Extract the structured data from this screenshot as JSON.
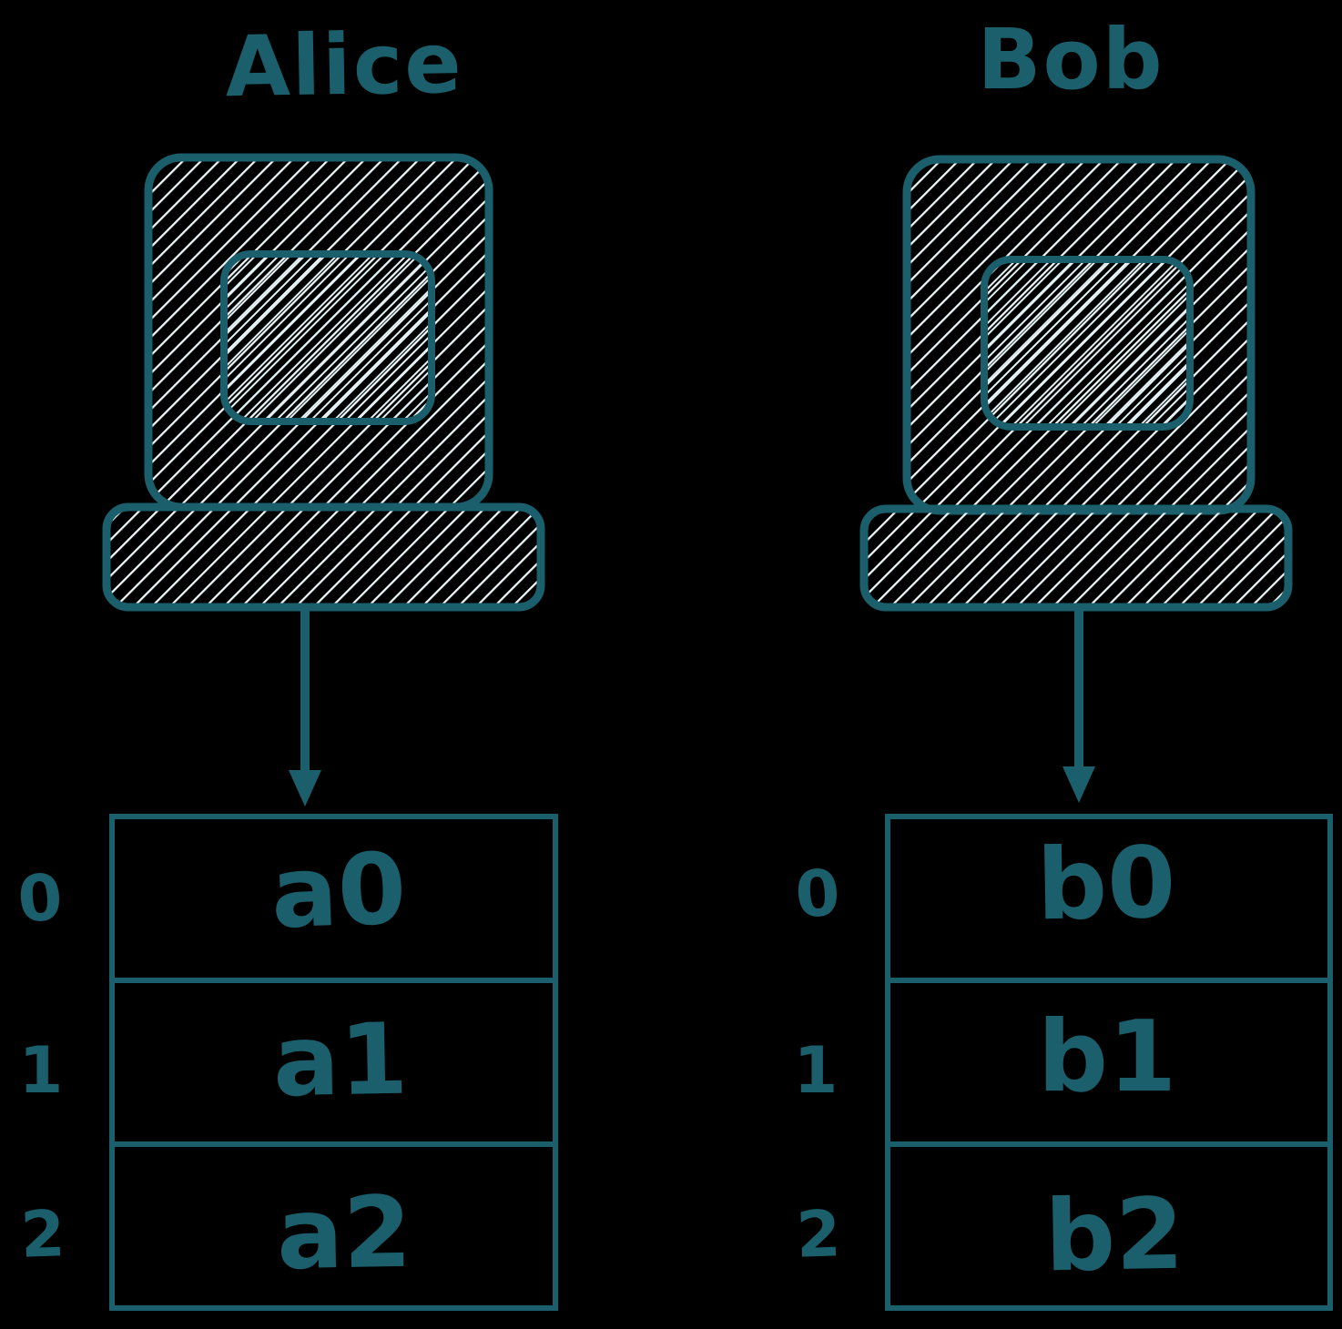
{
  "colors": {
    "ink": "#1a5f6b",
    "hatch": "#eef8fa",
    "hatch_soft": "#e2f1f5",
    "background": "#000000"
  },
  "icons": {
    "alice_machine": "laptop-icon",
    "bob_machine": "laptop-icon",
    "alice_pointer": "arrow-down-icon",
    "bob_pointer": "arrow-down-icon"
  },
  "alice": {
    "title": "Alice",
    "rows": [
      {
        "index": "0",
        "value": "a0"
      },
      {
        "index": "1",
        "value": "a1"
      },
      {
        "index": "2",
        "value": "a2"
      }
    ]
  },
  "bob": {
    "title": "Bob",
    "rows": [
      {
        "index": "0",
        "value": "b0"
      },
      {
        "index": "1",
        "value": "b1"
      },
      {
        "index": "2",
        "value": "b2"
      }
    ]
  }
}
